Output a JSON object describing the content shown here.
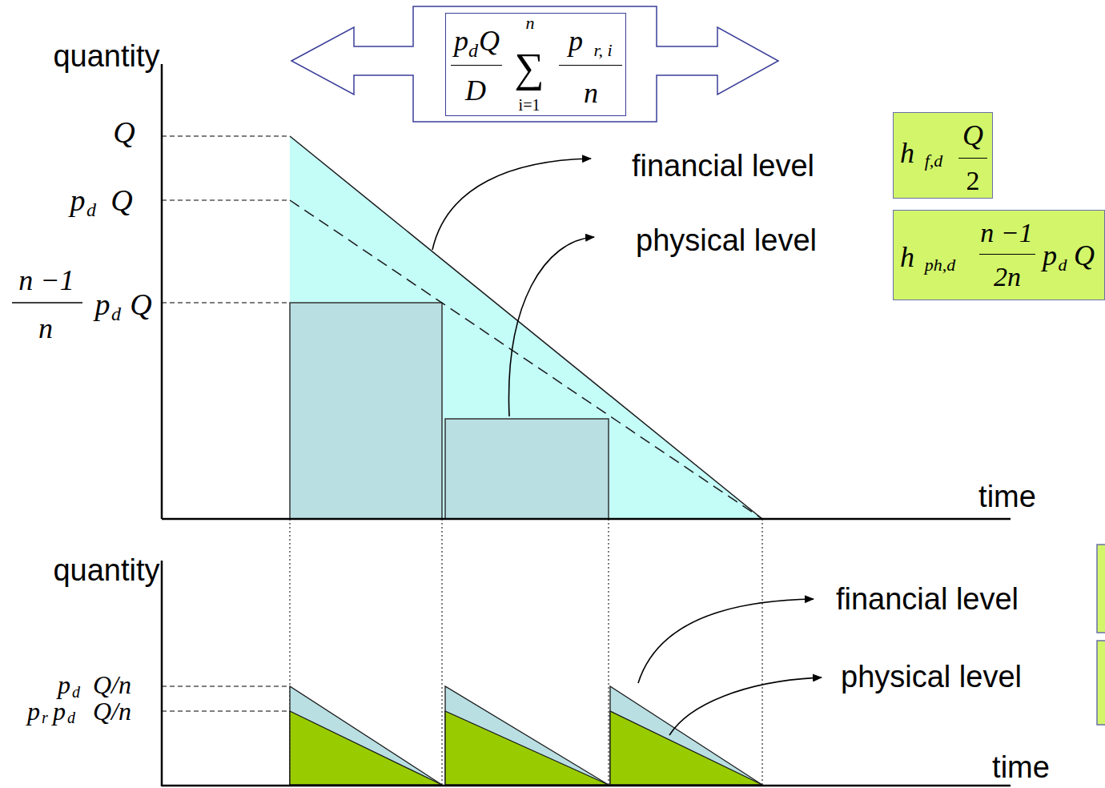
{
  "diagram": {
    "nodes": [
      {
        "text": [
          "p",
          "d",
          "Q",
          "D",
          "∑",
          "n",
          "i=1",
          "p",
          "r, i",
          "n"
        ]
      },
      {
        "text": [
          "h",
          "f,d",
          "Q",
          "2"
        ]
      },
      {
        "text": [
          "h",
          "ph,d",
          "n −1",
          "2n",
          "p",
          "d",
          "Q"
        ]
      }
    ],
    "labels": [
      "quantity",
      "Q",
      "p",
      "d",
      "Q",
      "n −1",
      "n",
      "p",
      "d",
      "Q",
      "financial level",
      "physical level",
      "time",
      "quantity",
      "p",
      "d",
      "Q/n",
      "p",
      "r",
      "p",
      "d",
      "Q/n",
      "financial level",
      "physical level",
      "time"
    ]
  }
}
